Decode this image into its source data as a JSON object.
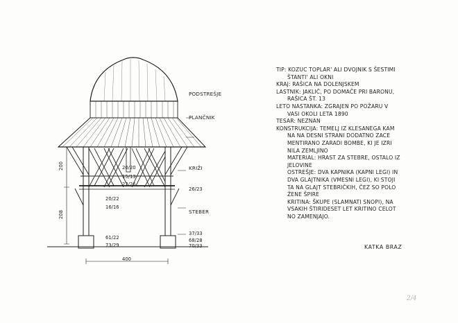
{
  "drawing": {
    "labels": {
      "podstresje": "PODSTREŠJE",
      "plancnik": "PLANČNIK",
      "krizi": "KRIŽI",
      "steber": "STEBER"
    },
    "dimensions": {
      "height_upper": "200",
      "height_lower": "208",
      "width": "400",
      "d_20_20": "20/20",
      "d_15_13": "15/13",
      "d_22_26": "22/26",
      "d_26_23": "26/23",
      "d_20_22": "20/22",
      "d_16_16": "16/16",
      "d_37_33": "37/33",
      "d_61_22": "61/22",
      "d_68_28": "68/28",
      "d_73_29": "73/29",
      "d_70_33": "70/33"
    }
  },
  "info": {
    "lines": [
      "TIP: KOZUC TOPLAR' ALI DVOJNIK S ŠESTIMI",
      "ŠTANTI' ALI OKNI",
      "KRAJ: RAŠICA NA DOLENJSKEM",
      "LASTNIK: JAKLIČ, PO DOMAČE PRI BARONU,",
      "RAŠICA ŠT. 13",
      "LETO NASTANKA: ZGRAJEN PO POŽARU V",
      "VASI OKOLI LETA 1890",
      "TESAR: NEZNAN",
      "KONSTRUKCIJA: TEMELJ IZ KLESANEGA KAM",
      "NA NA DESNI STRANI DODATNO ZACE",
      "MENTIRANO ZARADI BOMBE, KI JE IZRI",
      "NILA ZEMLJINO",
      "MATERIAL: HRAST ZA STEBRE, OSTALO IZ",
      "JELOVINE",
      "OSTREŠJE: DVA KAPNIKA (KAPNI LEGI) IN",
      "DVA GLAJTNIKA (VMESNI LEGI), KI STOJI",
      "TA NA GLAJT STEBRIČKIH, ČEZ SO POLO",
      "ŽENE ŠPIRE",
      "KRITINA: ŠKUPE (SLAMNATI SNOPI), NA",
      "VSAKIH ŠTIRIDESET LET KRITINO CELOT",
      "NO ZAMENJAJO."
    ]
  },
  "author": "KATKA BRAZ",
  "pencil_mark": "2/4"
}
